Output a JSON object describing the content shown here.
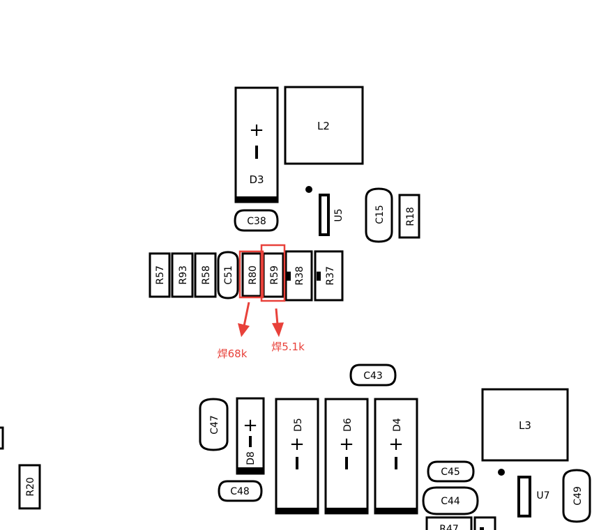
{
  "components": {
    "D3": "D3",
    "L2": "L2",
    "U5": "U5",
    "C15": "C15",
    "R18": "R18",
    "C38": "C38",
    "R57": "R57",
    "R93": "R93",
    "R58": "R58",
    "C51": "C51",
    "R80": "R80",
    "R59": "R59",
    "R38": "R38",
    "R37": "R37",
    "C43": "C43",
    "C47": "C47",
    "D8": "D8",
    "D5": "D5",
    "D6": "D6",
    "D4": "D4",
    "L3": "L3",
    "C45": "C45",
    "C44": "C44",
    "U7": "U7",
    "C49": "C49",
    "C48": "C48",
    "R20": "R20",
    "R47": "R47"
  },
  "polarity": {
    "plus": "+",
    "minus": "−"
  },
  "annotations": {
    "r80_note": "焊68k",
    "r59_note": "焊5.1k",
    "color": "#e8413a"
  }
}
